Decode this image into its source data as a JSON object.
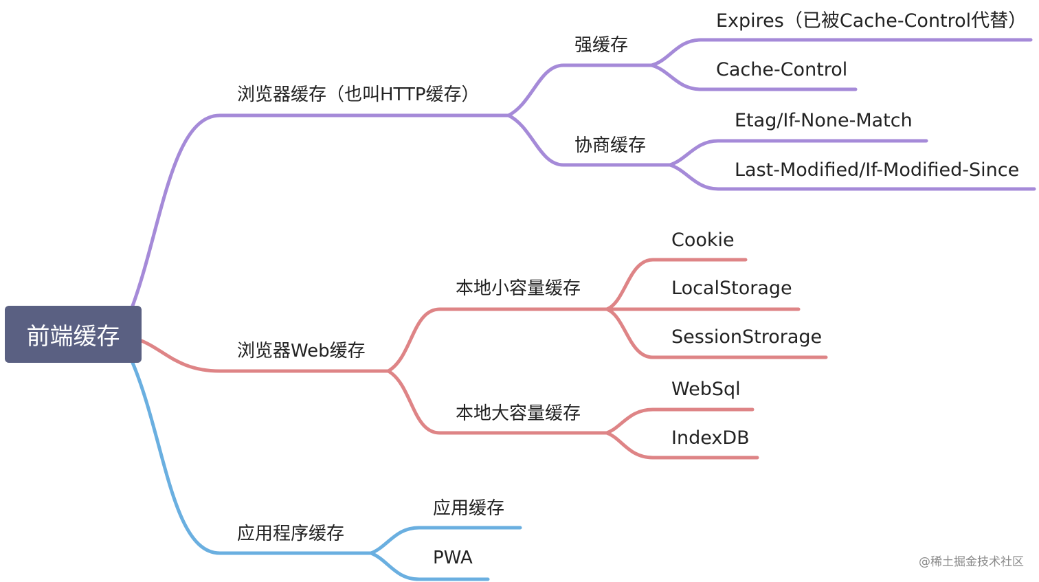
{
  "root": "前端缓存",
  "colors": {
    "purple": "#a58ad8",
    "red": "#de8486",
    "blue": "#6aafe0",
    "root_bg": "#5a6082"
  },
  "branches": {
    "http": {
      "label": "浏览器缓存（也叫HTTP缓存）",
      "strong": {
        "label": "强缓存",
        "items": [
          "Expires（已被Cache-Control代替）",
          "Cache-Control"
        ]
      },
      "negotiate": {
        "label": "协商缓存",
        "items": [
          "Etag/If-None-Match",
          "Last-Modified/If-Modified-Since"
        ]
      }
    },
    "web": {
      "label": "浏览器Web缓存",
      "small": {
        "label": "本地小容量缓存",
        "items": [
          "Cookie",
          "LocalStorage",
          "SessionStrorage"
        ]
      },
      "large": {
        "label": "本地大容量缓存",
        "items": [
          "WebSql",
          "IndexDB"
        ]
      }
    },
    "app": {
      "label": "应用程序缓存",
      "items": [
        "应用缓存",
        "PWA"
      ]
    }
  },
  "watermark": "@稀土掘金技术社区"
}
